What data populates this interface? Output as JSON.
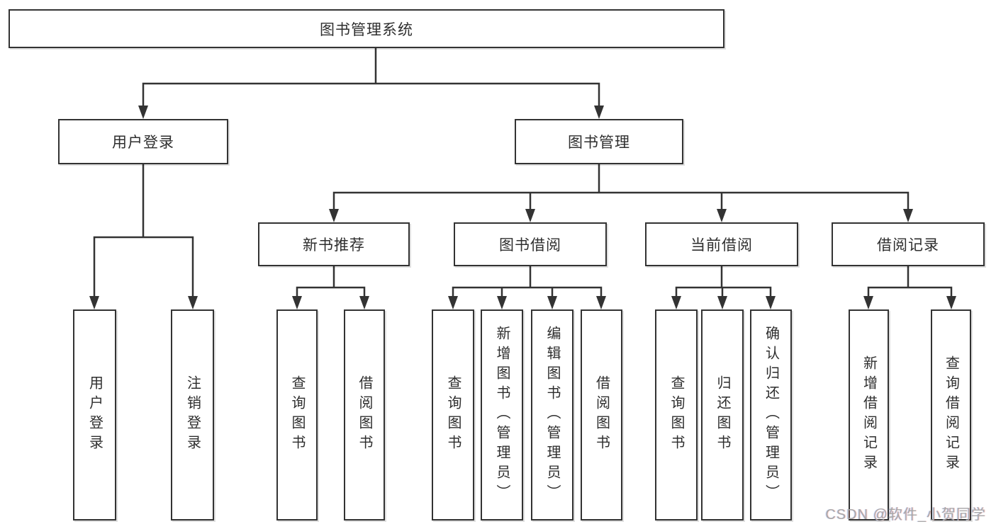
{
  "diagram": {
    "root": "图书管理系统",
    "level2": [
      "用户登录",
      "图书管理"
    ],
    "level3": [
      "新书推荐",
      "图书借阅",
      "当前借阅",
      "借阅记录"
    ],
    "leaves": {
      "user_login": [
        "用户登录",
        "注销登录"
      ],
      "new_books": [
        "查询图书",
        "借阅图书"
      ],
      "book_borrow": [
        "查询图书",
        "新增图书（管理员）",
        "编辑图书（管理员）",
        "借阅图书"
      ],
      "current_borrow": [
        "查询图书",
        "归还图书",
        "确认归还（管理员）"
      ],
      "borrow_records": [
        "新增借阅记录",
        "查询借阅记录"
      ]
    }
  },
  "watermark": "CSDN @软件_小贺同学",
  "colors": {
    "line": "#333333",
    "box_border": "#333333",
    "text": "#2e2e2e",
    "watermark": "#a8a8a8",
    "background": "#ffffff"
  }
}
